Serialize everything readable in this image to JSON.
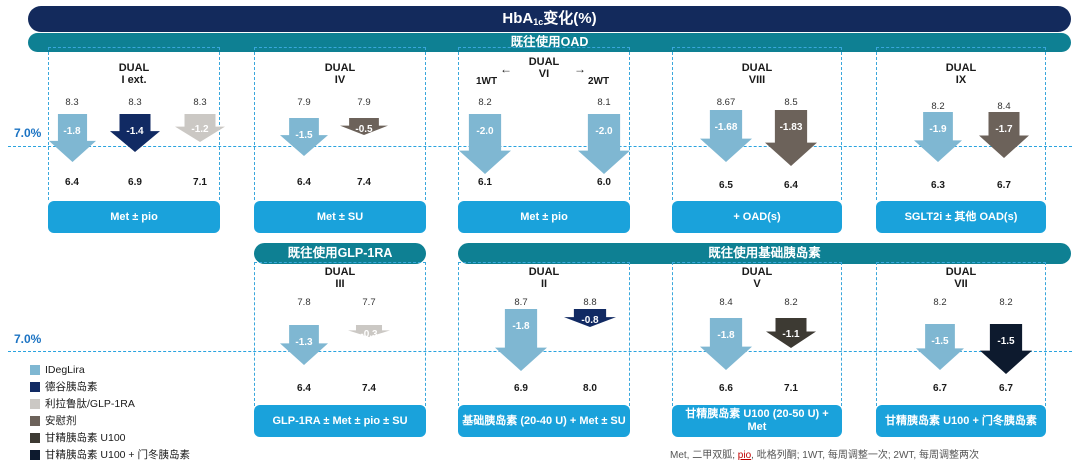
{
  "title": {
    "prefix": "HbA",
    "sub": "1c",
    "suffix": "变化(%)"
  },
  "bands": {
    "oad": "既往使用OAD",
    "glp1": "既往使用GLP-1RA",
    "basal": "既往使用基础胰岛素"
  },
  "ref_line_label": "7.0%",
  "colors": {
    "ideglira": "#7fb7d2",
    "degludec": "#112a63",
    "liraglutide": "#cbc8c4",
    "placebo": "#6c625a",
    "glargine": "#3d3a33",
    "glargine_aspart": "#0d1a2e"
  },
  "trials": [
    {
      "id": "dual1",
      "title": [
        "DUAL",
        "I ext."
      ],
      "background": "Met ± pio",
      "arrows": [
        {
          "series": "ideglira",
          "start": "8.3",
          "delta": "-1.8",
          "end": "6.4"
        },
        {
          "series": "degludec",
          "start": "8.3",
          "delta": "-1.4",
          "end": "6.9"
        },
        {
          "series": "liraglutide",
          "start": "8.3",
          "delta": "-1.2",
          "end": "7.1"
        }
      ]
    },
    {
      "id": "dual4",
      "title": [
        "DUAL",
        "IV"
      ],
      "background": "Met ± SU",
      "arrows": [
        {
          "series": "ideglira",
          "start": "7.9",
          "delta": "-1.5",
          "end": "6.4"
        },
        {
          "series": "placebo",
          "start": "7.9",
          "delta": "-0.5",
          "end": "7.4"
        }
      ]
    },
    {
      "id": "dual6",
      "title": [
        "DUAL",
        "VI"
      ],
      "background": "Met ± pio",
      "dir_left": "1WT",
      "dir_right": "2WT",
      "arrows": [
        {
          "series": "ideglira",
          "start": "8.2",
          "delta": "-2.0",
          "end": "6.1"
        },
        {
          "series": "ideglira",
          "start": "8.1",
          "delta": "-2.0",
          "end": "6.0"
        }
      ]
    },
    {
      "id": "dual8",
      "title": [
        "DUAL",
        "VIII"
      ],
      "background": "+ OAD(s)",
      "arrows": [
        {
          "series": "ideglira",
          "start": "8.67",
          "delta": "-1.68",
          "end": "6.5"
        },
        {
          "series": "placebo",
          "start": "8.5",
          "delta": "-1.83",
          "end": "6.4"
        }
      ]
    },
    {
      "id": "dual9",
      "title": [
        "DUAL",
        "IX"
      ],
      "background": "SGLT2i ± 其他 OAD(s)",
      "arrows": [
        {
          "series": "ideglira",
          "start": "8.2",
          "delta": "-1.9",
          "end": "6.3"
        },
        {
          "series": "placebo",
          "start": "8.4",
          "delta": "-1.7",
          "end": "6.7"
        }
      ]
    },
    {
      "id": "dual3",
      "title": [
        "DUAL",
        "III"
      ],
      "background": "GLP-1RA ± Met ± pio ± SU",
      "arrows": [
        {
          "series": "ideglira",
          "start": "7.8",
          "delta": "-1.3",
          "end": "6.4"
        },
        {
          "series": "liraglutide",
          "start": "7.7",
          "delta": "-0.3",
          "end": "7.4"
        }
      ]
    },
    {
      "id": "dual2",
      "title": [
        "DUAL",
        "II"
      ],
      "background": "基础胰岛素 (20-40 U) + Met ± SU",
      "arrows": [
        {
          "series": "ideglira",
          "start": "8.7",
          "delta": "-1.8",
          "end": "6.9"
        },
        {
          "series": "degludec",
          "start": "8.8",
          "delta": "-0.8",
          "end": "8.0"
        }
      ]
    },
    {
      "id": "dual5",
      "title": [
        "DUAL",
        "V"
      ],
      "background": "甘精胰岛素 U100 (20-50 U) + Met",
      "arrows": [
        {
          "series": "ideglira",
          "start": "8.4",
          "delta": "-1.8",
          "end": "6.6"
        },
        {
          "series": "glargine",
          "start": "8.2",
          "delta": "-1.1",
          "end": "7.1"
        }
      ]
    },
    {
      "id": "dual7",
      "title": [
        "DUAL",
        "VII"
      ],
      "background": "甘精胰岛素 U100 + 门冬胰岛素",
      "arrows": [
        {
          "series": "ideglira",
          "start": "8.2",
          "delta": "-1.5",
          "end": "6.7"
        },
        {
          "series": "glargine_aspart",
          "start": "8.2",
          "delta": "-1.5",
          "end": "6.7"
        }
      ]
    }
  ],
  "legend": [
    {
      "series": "ideglira",
      "label": "IDegLira"
    },
    {
      "series": "degludec",
      "label": "德谷胰岛素"
    },
    {
      "series": "liraglutide",
      "label": "利拉鲁肽/GLP-1RA"
    },
    {
      "series": "placebo",
      "label": "安慰剂"
    },
    {
      "series": "glargine",
      "label": "甘精胰岛素 U100"
    },
    {
      "series": "glargine_aspart",
      "label": "甘精胰岛素 U100 + 门冬胰岛素"
    }
  ],
  "footnote": {
    "pre": "Met, 二甲双胍; ",
    "pio": "pio",
    "post": ", 吡格列酮; 1WT, 每周调整一次; 2WT, 每周调整两次"
  }
}
